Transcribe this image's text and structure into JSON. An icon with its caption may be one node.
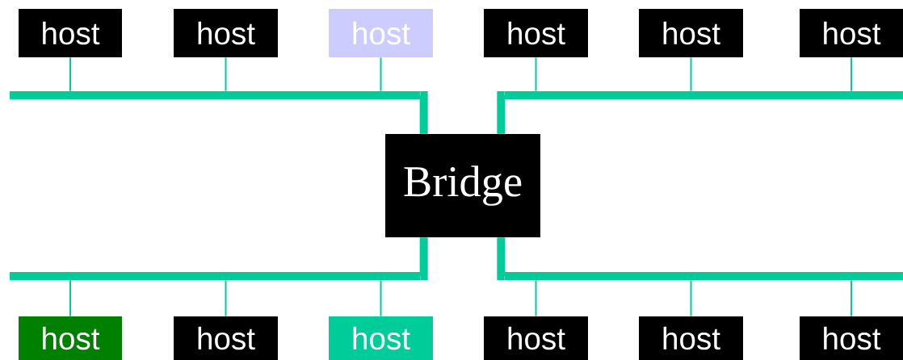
{
  "diagram": {
    "nodes": [
      {
        "text": [
          "host"
        ]
      },
      {
        "text": [
          "host"
        ]
      },
      {
        "text": [
          "host"
        ]
      },
      {
        "text": [
          "host"
        ]
      },
      {
        "text": [
          "host"
        ]
      },
      {
        "text": [
          "host"
        ]
      },
      {
        "text": [],
        "shape": "bar"
      },
      {
        "text": [],
        "shape": "bar"
      },
      {
        "text": [
          "Bridge"
        ]
      },
      {
        "text": [],
        "shape": "bar"
      },
      {
        "text": [],
        "shape": "bar"
      },
      {
        "text": [
          "host"
        ]
      },
      {
        "text": [
          "host"
        ]
      },
      {
        "text": [
          "host"
        ]
      },
      {
        "text": [
          "host"
        ]
      },
      {
        "text": [
          "host"
        ]
      },
      {
        "text": [
          "host"
        ]
      }
    ],
    "edges": [
      {
        "from": 0,
        "to": 6,
        "arrow": "none"
      },
      {
        "from": 1,
        "to": 6,
        "arrow": "none"
      },
      {
        "from": 2,
        "to": 6,
        "arrow": "none"
      },
      {
        "from": 3,
        "to": 7,
        "arrow": "none"
      },
      {
        "from": 4,
        "to": 7,
        "arrow": "none"
      },
      {
        "from": 5,
        "to": 7,
        "arrow": "none"
      },
      {
        "from": 6,
        "to": 8,
        "arrow": "none",
        "style": "thick"
      },
      {
        "from": 7,
        "to": 8,
        "arrow": "none",
        "style": "thick"
      },
      {
        "from": 9,
        "to": 8,
        "arrow": "none",
        "style": "thick"
      },
      {
        "from": 10,
        "to": 8,
        "arrow": "none",
        "style": "thick"
      },
      {
        "from": 11,
        "to": 9,
        "arrow": "none"
      },
      {
        "from": 12,
        "to": 9,
        "arrow": "none"
      },
      {
        "from": 13,
        "to": 9,
        "arrow": "none"
      },
      {
        "from": 14,
        "to": 10,
        "arrow": "none"
      },
      {
        "from": 15,
        "to": 10,
        "arrow": "none"
      },
      {
        "from": 16,
        "to": 10,
        "arrow": "none"
      }
    ]
  }
}
